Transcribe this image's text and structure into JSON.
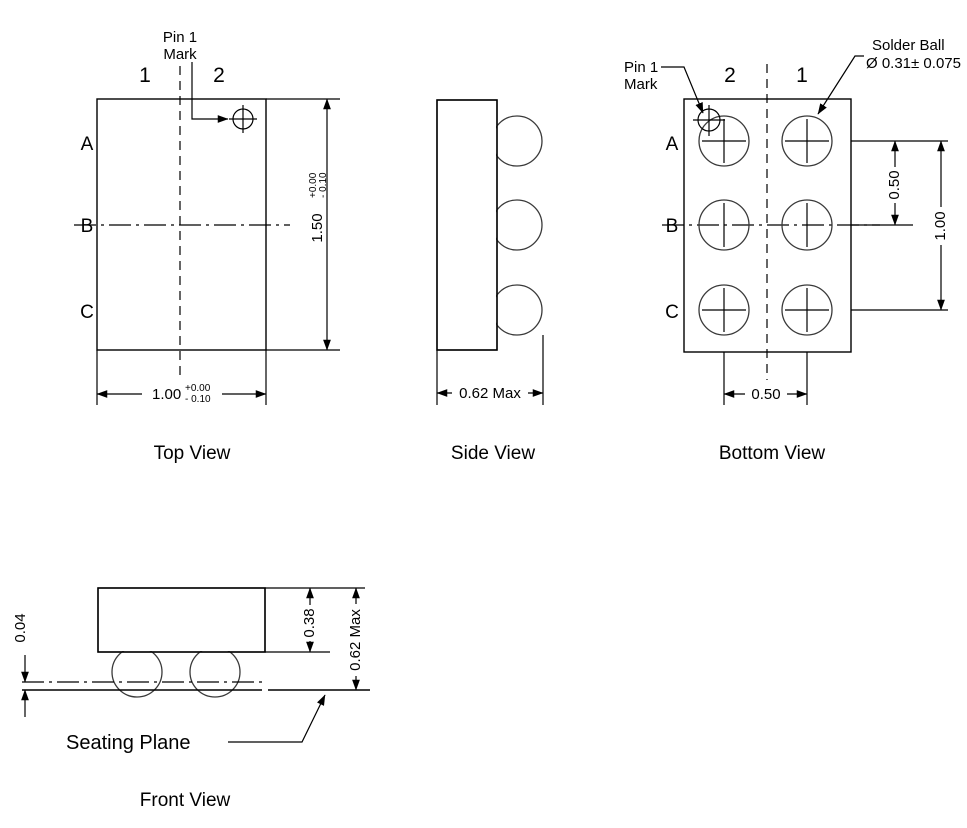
{
  "drawing": {
    "title_implicit": "Package Outline Drawing",
    "views": {
      "top": {
        "label": "Top View",
        "columns": [
          "1",
          "2"
        ],
        "rows": [
          "A",
          "B",
          "C"
        ],
        "pin1_label_line1": "Pin 1",
        "pin1_label_line2": "Mark",
        "dim_height_nominal": "1.50",
        "dim_height_tol_plus": "+0.00",
        "dim_height_tol_minus": "- 0.10",
        "dim_width_nominal": "1.00",
        "dim_width_tol_plus": "+0.00",
        "dim_width_tol_minus": "- 0.10"
      },
      "side": {
        "label": "Side View",
        "dim_thickness": "0.62 Max"
      },
      "bottom": {
        "label": "Bottom View",
        "columns": [
          "2",
          "1"
        ],
        "rows": [
          "A",
          "B",
          "C"
        ],
        "pin1_label_line1": "Pin 1",
        "pin1_label_line2": "Mark",
        "ball_note_line1": "Solder Ball",
        "ball_note_line2": "Ø 0.31± 0.075",
        "dim_pitch_y": "0.50",
        "dim_span_y": "1.00",
        "dim_pitch_x": "0.50"
      },
      "front": {
        "label": "Front View",
        "dim_standoff": "0.04",
        "dim_body_height": "0.38",
        "dim_total_height": "0.62 Max",
        "seating_plane_label": "Seating Plane"
      }
    },
    "colors": {
      "line": "#000000",
      "ball_outline": "#3a3a3a",
      "background": "#ffffff"
    }
  }
}
